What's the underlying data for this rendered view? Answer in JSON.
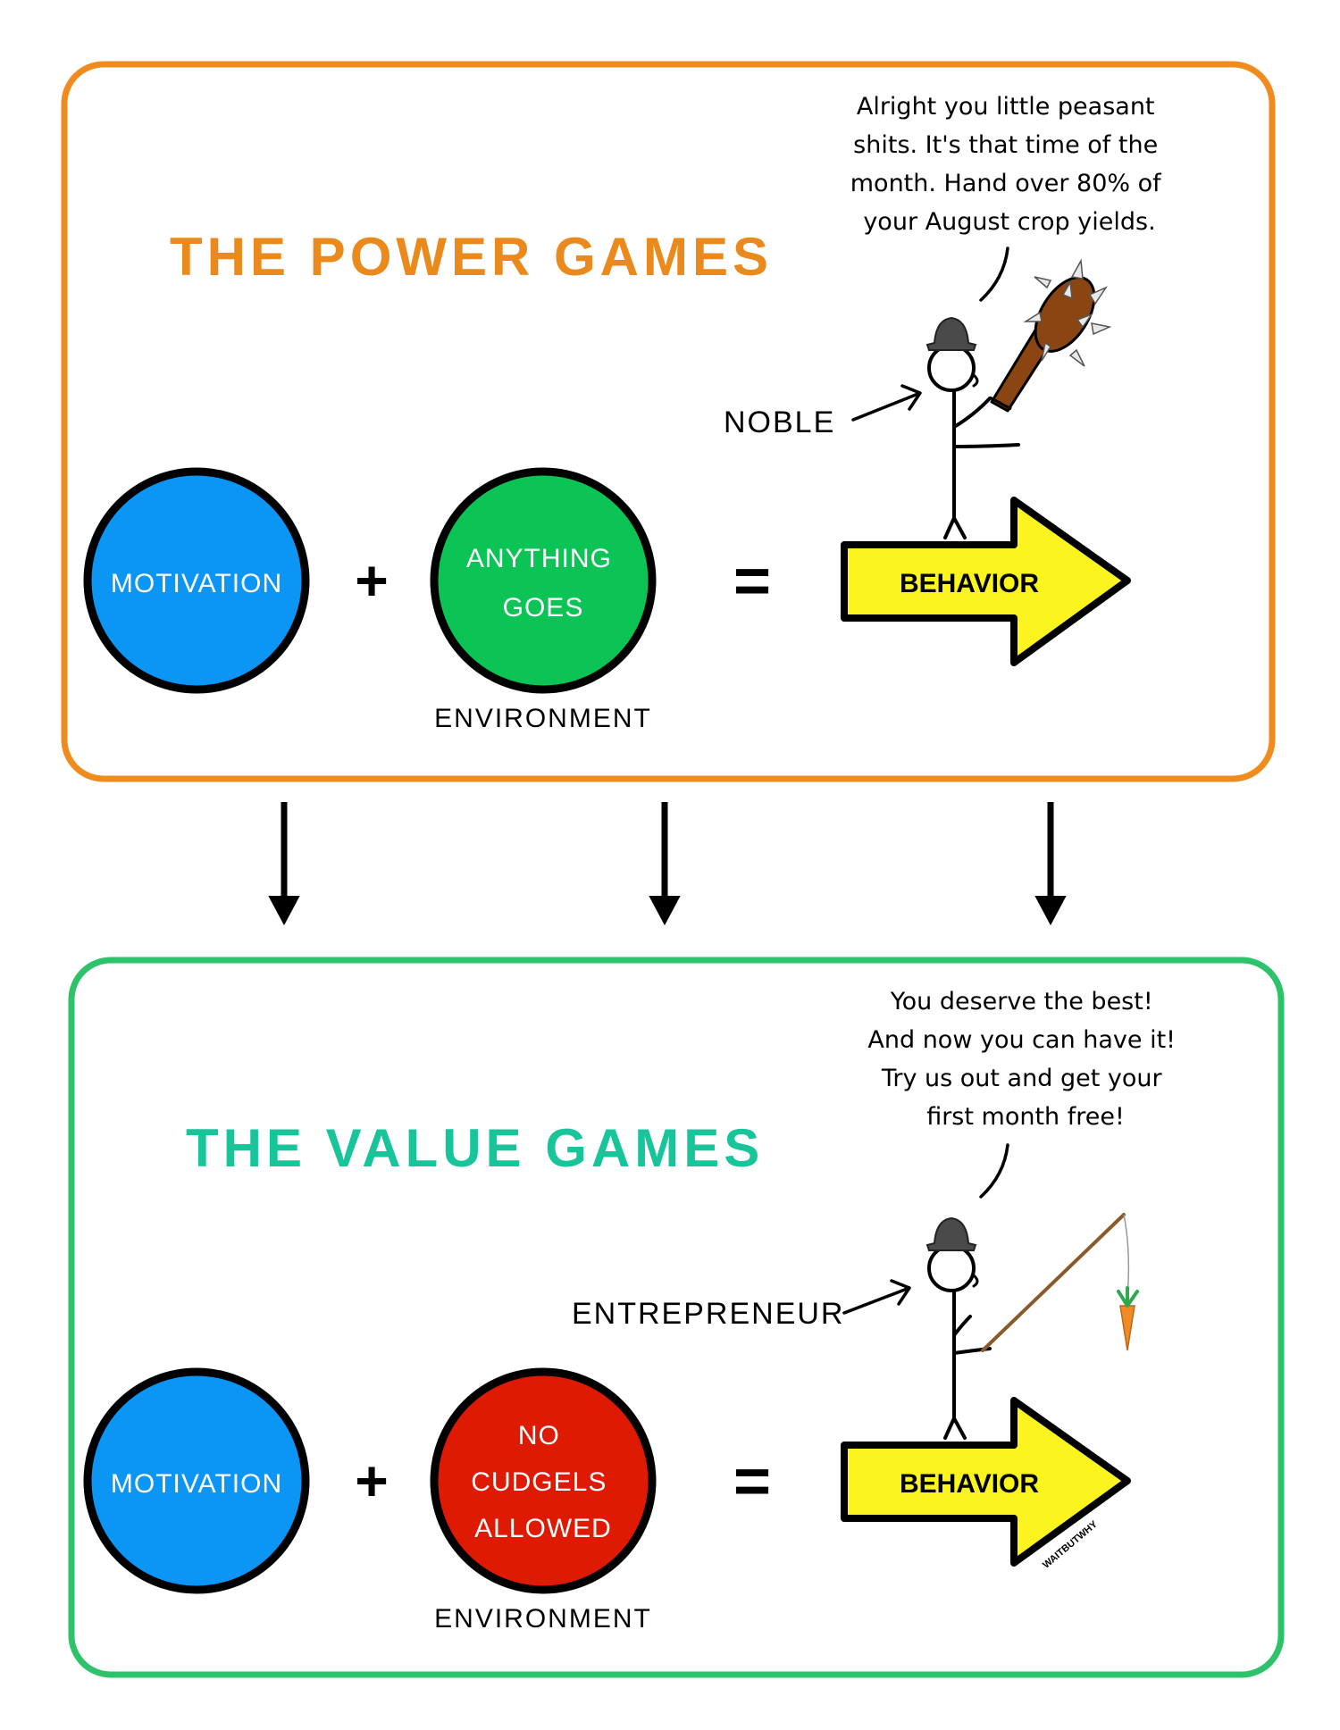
{
  "colors": {
    "power_frame": "#f08c1e",
    "value_frame": "#2ec36a",
    "power_title": "#eb8a1c",
    "value_title": "#18c59a",
    "motivation": "#0b95f5",
    "anything_goes": "#0cc455",
    "no_cudgels": "#de1a02",
    "behavior_arrow": "#fbf41f",
    "outline": "#000000"
  },
  "power": {
    "title": "THE POWER GAMES",
    "speech": [
      "Alright you little peasant",
      "shits. It's that time of the",
      "month. Hand over 80% of",
      "your August crop yields."
    ],
    "character_label": "NOBLE",
    "prop_icon": "spiked-club-icon",
    "motivation": "MOTIVATION",
    "environment_circle": [
      "ANYTHING",
      "GOES"
    ],
    "environment_caption": "ENVIRONMENT",
    "behavior": "BEHAVIOR",
    "plus": "+",
    "equals": "="
  },
  "value": {
    "title": "THE VALUE GAMES",
    "speech": [
      "You deserve the best!",
      "And now you can have it!",
      "Try us out and get your",
      "first month free!"
    ],
    "character_label": "ENTREPRENEUR",
    "prop_icon": "fishing-rod-carrot-icon",
    "motivation": "MOTIVATION",
    "environment_circle": [
      "NO",
      "CUDGELS",
      "ALLOWED"
    ],
    "environment_caption": "ENVIRONMENT",
    "behavior": "BEHAVIOR",
    "plus": "+",
    "equals": "=",
    "signature": "WAITBUTWHY"
  }
}
